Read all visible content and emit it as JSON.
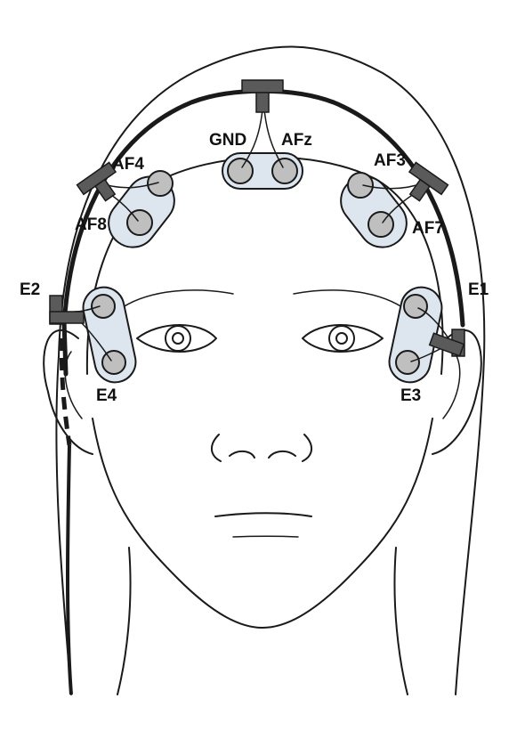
{
  "labels": {
    "gnd": "GND",
    "afz": "AFz",
    "af4": "AF4",
    "af3": "AF3",
    "af8": "AF8",
    "af7": "AF7",
    "e2": "E2",
    "e1": "E1",
    "e4": "E4",
    "e3": "E3"
  },
  "colors": {
    "outline": "#1a1a1a",
    "pad_fill": "#dde6ef",
    "electrode_fill": "#bfbfbf",
    "connector_fill": "#5a5a5a"
  }
}
